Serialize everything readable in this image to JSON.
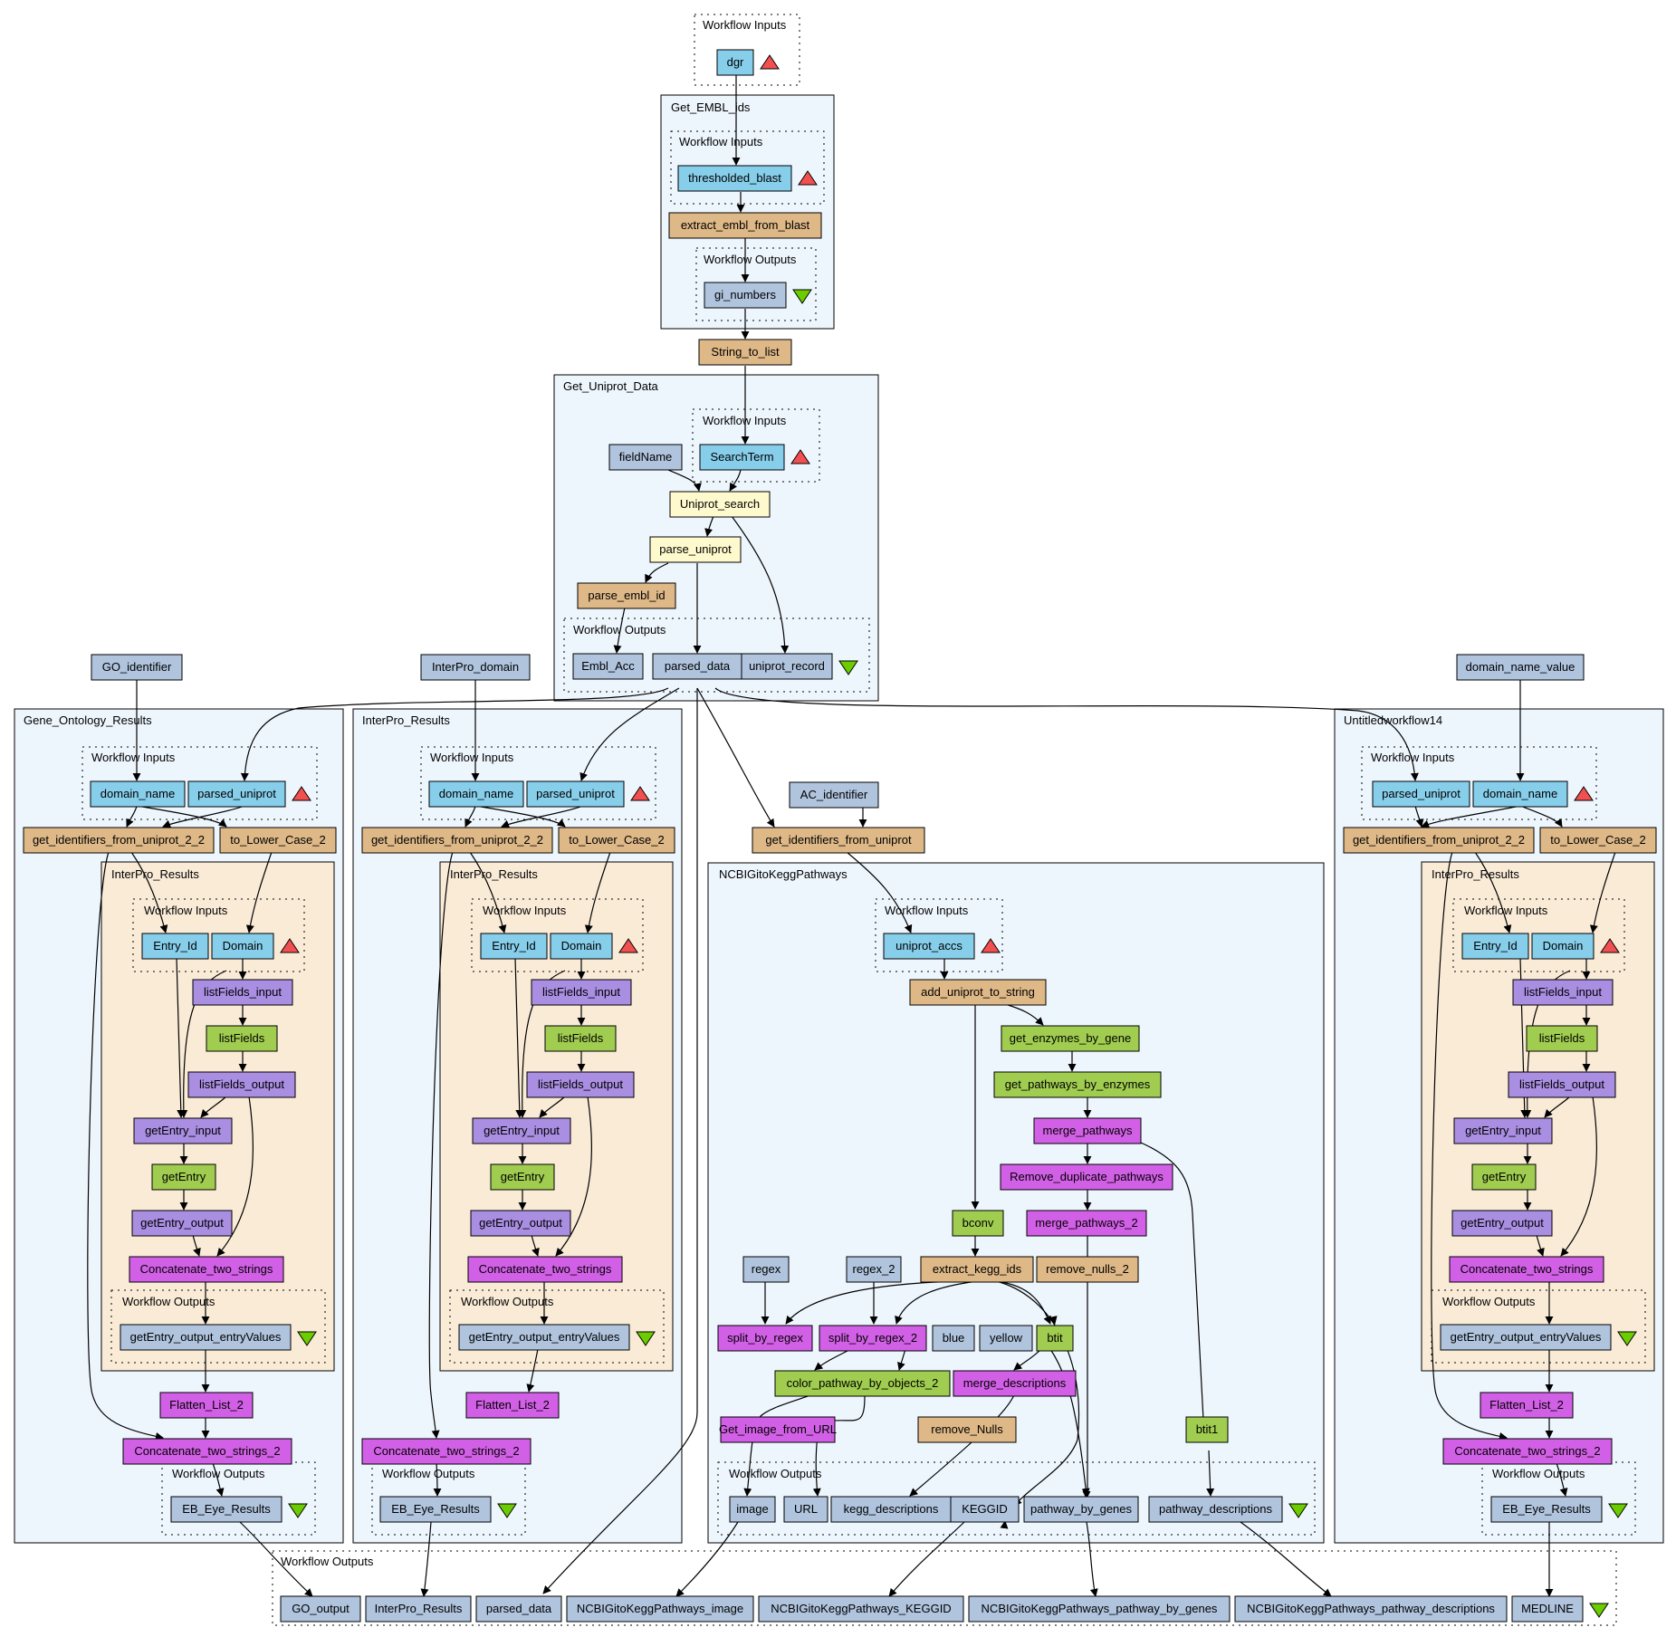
{
  "colors": {
    "input": "#87ceeb",
    "output": "#b0c4de",
    "constant": "#b0c4de",
    "localworker": "#deb887",
    "xpath": "#fffacd",
    "soap": "#a0cd50",
    "beanshell": "#d260e6",
    "listfield": "#a98ee1",
    "subworkflow": "#eef6fd",
    "nested": "#faebd7",
    "triangle_input": "#f25050",
    "triangle_output": "#6bcd00"
  },
  "labels": {
    "workflow_inputs": "Workflow Inputs",
    "workflow_outputs": "Workflow Outputs"
  },
  "subworkflows": {
    "get_embl_ids": "Get_EMBL_ids",
    "get_uniprot_data": "Get_Uniprot_Data",
    "gene_ontology_results": "Gene_Ontology_Results",
    "interpro_results": "InterPro_Results",
    "ncbi_kegg": "NCBIGitoKeggPathways",
    "untitled": "Untitledworkflow14",
    "nested_interpro": "InterPro_Results"
  },
  "nodes": {
    "dgr": "dgr",
    "thresholded_blast": "thresholded_blast",
    "extract_embl_from_blast": "extract_embl_from_blast",
    "gi_numbers": "gi_numbers",
    "string_to_list": "String_to_list",
    "fieldname": "fieldName",
    "searchterm": "SearchTerm",
    "uniprot_search": "Uniprot_search",
    "parse_uniprot": "parse_uniprot",
    "parse_embl_id": "parse_embl_id",
    "embl_acc": "Embl_Acc",
    "parsed_data": "parsed_data",
    "uniprot_record": "uniprot_record",
    "go_identifier": "GO_identifier",
    "interpro_domain": "InterPro_domain",
    "domain_name_value": "domain_name_value",
    "domain_name": "domain_name",
    "parsed_uniprot": "parsed_uniprot",
    "get_identifiers_2_2": "get_identifiers_from_uniprot_2_2",
    "to_lower_case_2": "to_Lower_Case_2",
    "entry_id": "Entry_Id",
    "domain": "Domain",
    "listfields_input": "listFields_input",
    "listfields": "listFields",
    "listfields_output": "listFields_output",
    "getentry_input": "getEntry_input",
    "getentry": "getEntry",
    "getentry_output": "getEntry_output",
    "concatenate_two_strings": "Concatenate_two_strings",
    "getentry_output_entryvalues": "getEntry_output_entryValues",
    "flatten_list_2": "Flatten_List_2",
    "concatenate_two_strings_2": "Concatenate_two_strings_2",
    "eb_eye_results": "EB_Eye_Results",
    "ac_identifier": "AC_identifier",
    "get_identifiers_from_uniprot": "get_identifiers_from_uniprot",
    "uniprot_accs": "uniprot_accs",
    "add_uniprot_to_string": "add_uniprot_to_string",
    "get_enzymes_by_gene": "get_enzymes_by_gene",
    "get_pathways_by_enzymes": "get_pathways_by_enzymes",
    "merge_pathways": "merge_pathways",
    "remove_duplicate_pathways": "Remove_duplicate_pathways",
    "merge_pathways_2": "merge_pathways_2",
    "bconv": "bconv",
    "extract_kegg_ids": "extract_kegg_ids",
    "remove_nulls_2": "remove_nulls_2",
    "regex": "regex",
    "regex_2": "regex_2",
    "split_by_regex": "split_by_regex",
    "split_by_regex_2": "split_by_regex_2",
    "blue": "blue",
    "yellow": "yellow",
    "btit": "btit",
    "color_pathway_by_objects_2": "color_pathway_by_objects_2",
    "merge_descriptions": "merge_descriptions",
    "get_image_from_url": "Get_image_from_URL",
    "remove_nulls": "remove_Nulls",
    "btit1": "btit1",
    "image": "image",
    "url": "URL",
    "kegg_descriptions": "kegg_descriptions",
    "keggid": "KEGGID",
    "pathway_by_genes": "pathway_by_genes",
    "pathway_descriptions": "pathway_descriptions",
    "go_output": "GO_output",
    "interpro_results_out": "InterPro_Results",
    "parsed_data_out": "parsed_data",
    "ncbi_image": "NCBIGitoKeggPathways_image",
    "ncbi_keggid": "NCBIGitoKeggPathways_KEGGID",
    "ncbi_pathway_by_genes": "NCBIGitoKeggPathways_pathway_by_genes",
    "ncbi_pathway_descriptions": "NCBIGitoKeggPathways_pathway_descriptions",
    "medline": "MEDLINE"
  }
}
